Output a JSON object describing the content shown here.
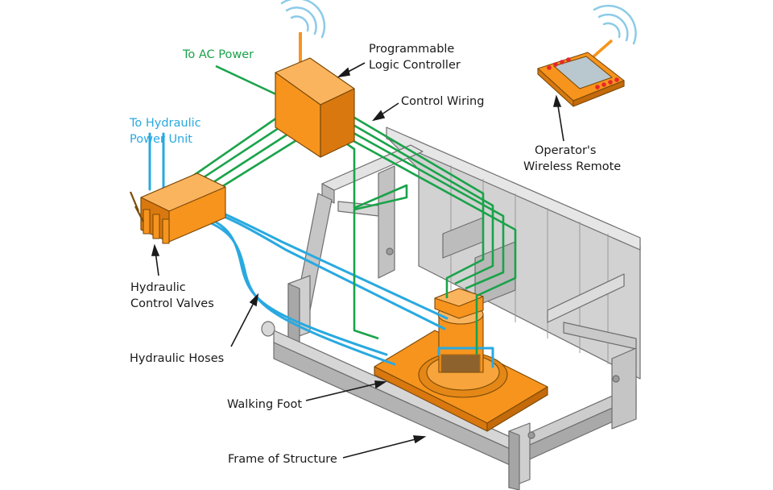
{
  "labels": {
    "ac_power": "To AC Power",
    "hydraulic_power_1": "To Hydraulic",
    "hydraulic_power_2": "Power Unit",
    "plc_1": "Programmable",
    "plc_2": "Logic Controller",
    "control_wiring": "Control Wiring",
    "remote_1": "Operator's",
    "remote_2": "Wireless Remote",
    "valves_1": "Hydraulic",
    "valves_2": "Control Valves",
    "hoses": "Hydraulic Hoses",
    "walking_foot": "Walking Foot",
    "frame": "Frame of Structure"
  },
  "colors": {
    "orange": "#f7941d",
    "orange_dark": "#d9780f",
    "steel": "#c9c9c9",
    "steel_dark": "#8e8e8e",
    "wire_green": "#1aa34a",
    "hose_blue": "#29a9e0",
    "signal_blue": "#8ccbe8"
  }
}
